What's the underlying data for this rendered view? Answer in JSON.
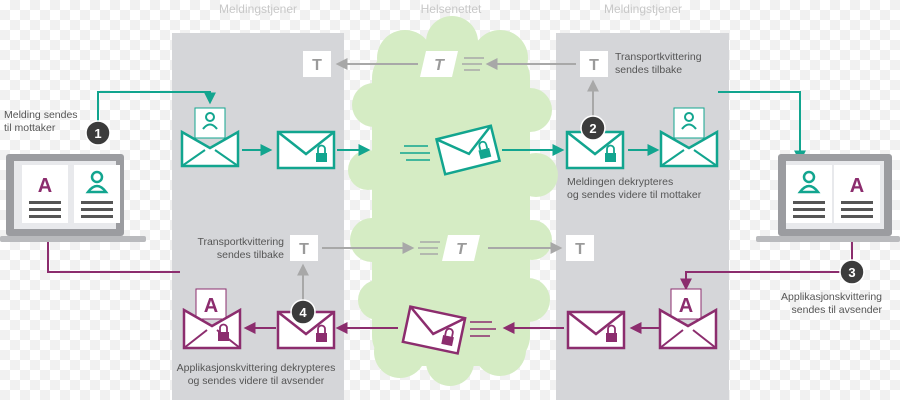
{
  "colors": {
    "teal": "#12a58f",
    "plum": "#8c2d6e",
    "grey_panel": "#d5d6d9",
    "cloud": "#d5ecc4",
    "dark": "#3b3b3b"
  },
  "headers": {
    "left": "Meldingstjener",
    "center": "Helsenettet",
    "right": "Meldingstjener"
  },
  "labels": {
    "send_line1": "Melding sendes",
    "send_line2": "til mottaker",
    "transport_right_line1": "Transportkvittering",
    "transport_right_line2": "sendes tilbake",
    "decrypt_line1": "Meldingen dekrypteres",
    "decrypt_line2": "og sendes videre til mottaker",
    "transport_left_line1": "Transportkvittering",
    "transport_left_line2": "sendes tilbake",
    "app_receipt_line1": "Applikasjonskvittering",
    "app_receipt_line2": "sendes til avsender",
    "app_decrypt_line1": "Applikasjonskvittering dekrypteres",
    "app_decrypt_line2": "og sendes videre til avsender"
  },
  "steps": [
    "1",
    "2",
    "3",
    "4"
  ],
  "icon_letters": {
    "transport": "T",
    "application": "A"
  }
}
